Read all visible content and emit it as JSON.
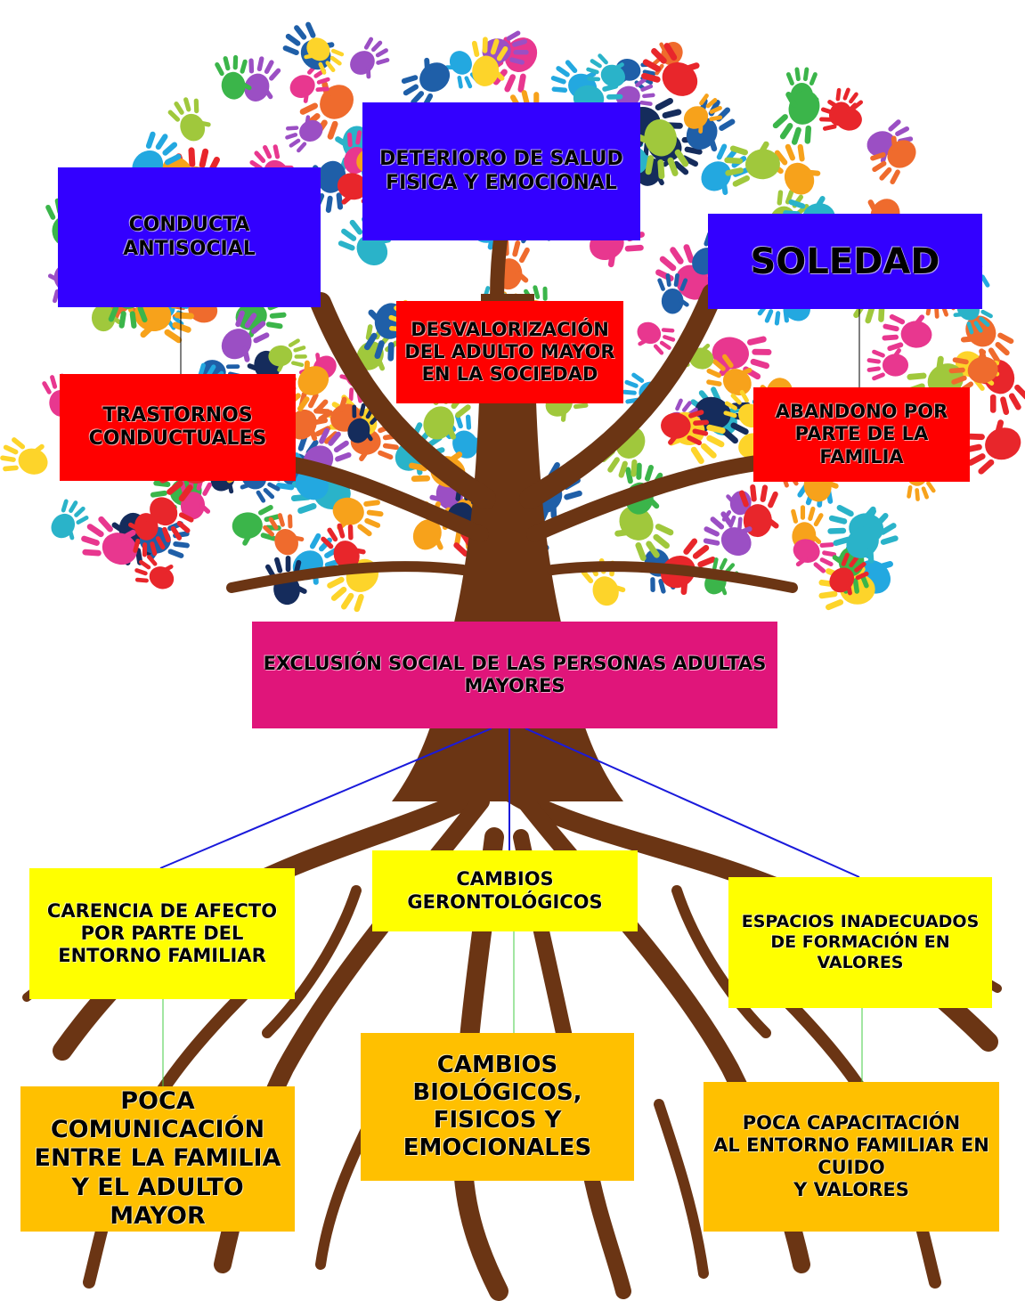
{
  "colors": {
    "effect_box": "#3300ff",
    "cause_box_red": "#ff0000",
    "problem_box": "#e0157a",
    "cause_box_yellow": "#ffff00",
    "root_box": "#ffc000",
    "trunk": "#6b3514",
    "root_connector": "#1a1adb",
    "leaf_connector": "#44cc44"
  },
  "effects": {
    "conducta": "CONDUCTA\nANTISOCIAL",
    "deterioro": "DETERIORO DE SALUD\nFISICA Y EMOCIONAL",
    "soledad": "SOLEDAD"
  },
  "secondary_effects": {
    "trastornos": "TRASTORNOS\nCONDUCTUALES",
    "desvalorizacion": "DESVALORIZACIÓN\nDEL ADULTO MAYOR\nEN LA SOCIEDAD",
    "abandono": "ABANDONO POR\nPARTE DE LA\nFAMILIA"
  },
  "problem": "EXCLUSIÓN SOCIAL DE LAS PERSONAS ADULTAS\nMAYORES",
  "causes": {
    "carencia": "CARENCIA DE AFECTO\nPOR PARTE DEL\nENTORNO FAMILIAR",
    "cambios_geronto": "CAMBIOS\nGERONTOLÓGICOS",
    "espacios": "ESPACIOS INADECUADOS\nDE FORMACIÓN EN VALORES"
  },
  "root_causes": {
    "poca_comunicacion": "POCA COMUNICACIÓN\nENTRE LA FAMILIA\nY EL ADULTO MAYOR",
    "cambios_biologicos": "CAMBIOS\nBIOLÓGICOS,\nFISICOS Y\nEMOCIONALES",
    "poca_capacitacion": "POCA CAPACITACIÓN\nAL ENTORNO FAMILIAR EN CUIDO\nY VALORES"
  }
}
